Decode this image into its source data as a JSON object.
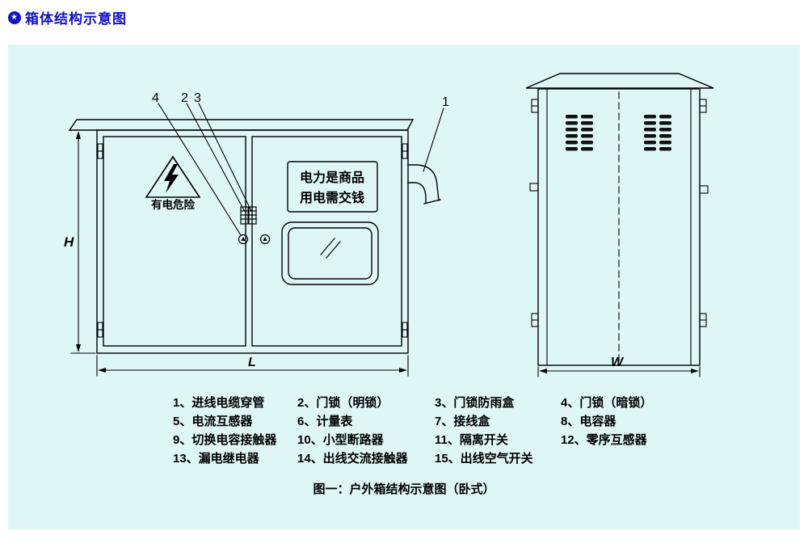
{
  "page": {
    "title": "箱体结构示意图",
    "title_icon_glyph": "★"
  },
  "front_view": {
    "callout_1": "1",
    "callout_2": "2",
    "callout_3": "3",
    "callout_4": "4",
    "warning_text": "有电危险",
    "sign_line1": "电力是商品",
    "sign_line2": "用电需交钱",
    "dim_h": "H",
    "dim_l": "L"
  },
  "side_view": {
    "dim_w": "W"
  },
  "legend": {
    "rows": [
      [
        "1、进线电缆穿管",
        "2、门锁（明锁）",
        "3、门锁防雨盒",
        "4、门锁（暗锁）"
      ],
      [
        "5、电流互感器",
        "6、计量表",
        "7、接线盒",
        "8、电容器"
      ],
      [
        "9、切换电容接触器",
        "10、小型断路器",
        "11、隔离开关",
        "12、零序互感器"
      ],
      [
        "13、漏电继电器",
        "14、出线交流接触器",
        "15、出线空气开关"
      ]
    ]
  },
  "caption": "图一：户外箱结构示意图（卧式）",
  "colors": {
    "title_blue": "#0e12d2",
    "panel_bg": "#dff7f3",
    "line_color": "#000000"
  }
}
